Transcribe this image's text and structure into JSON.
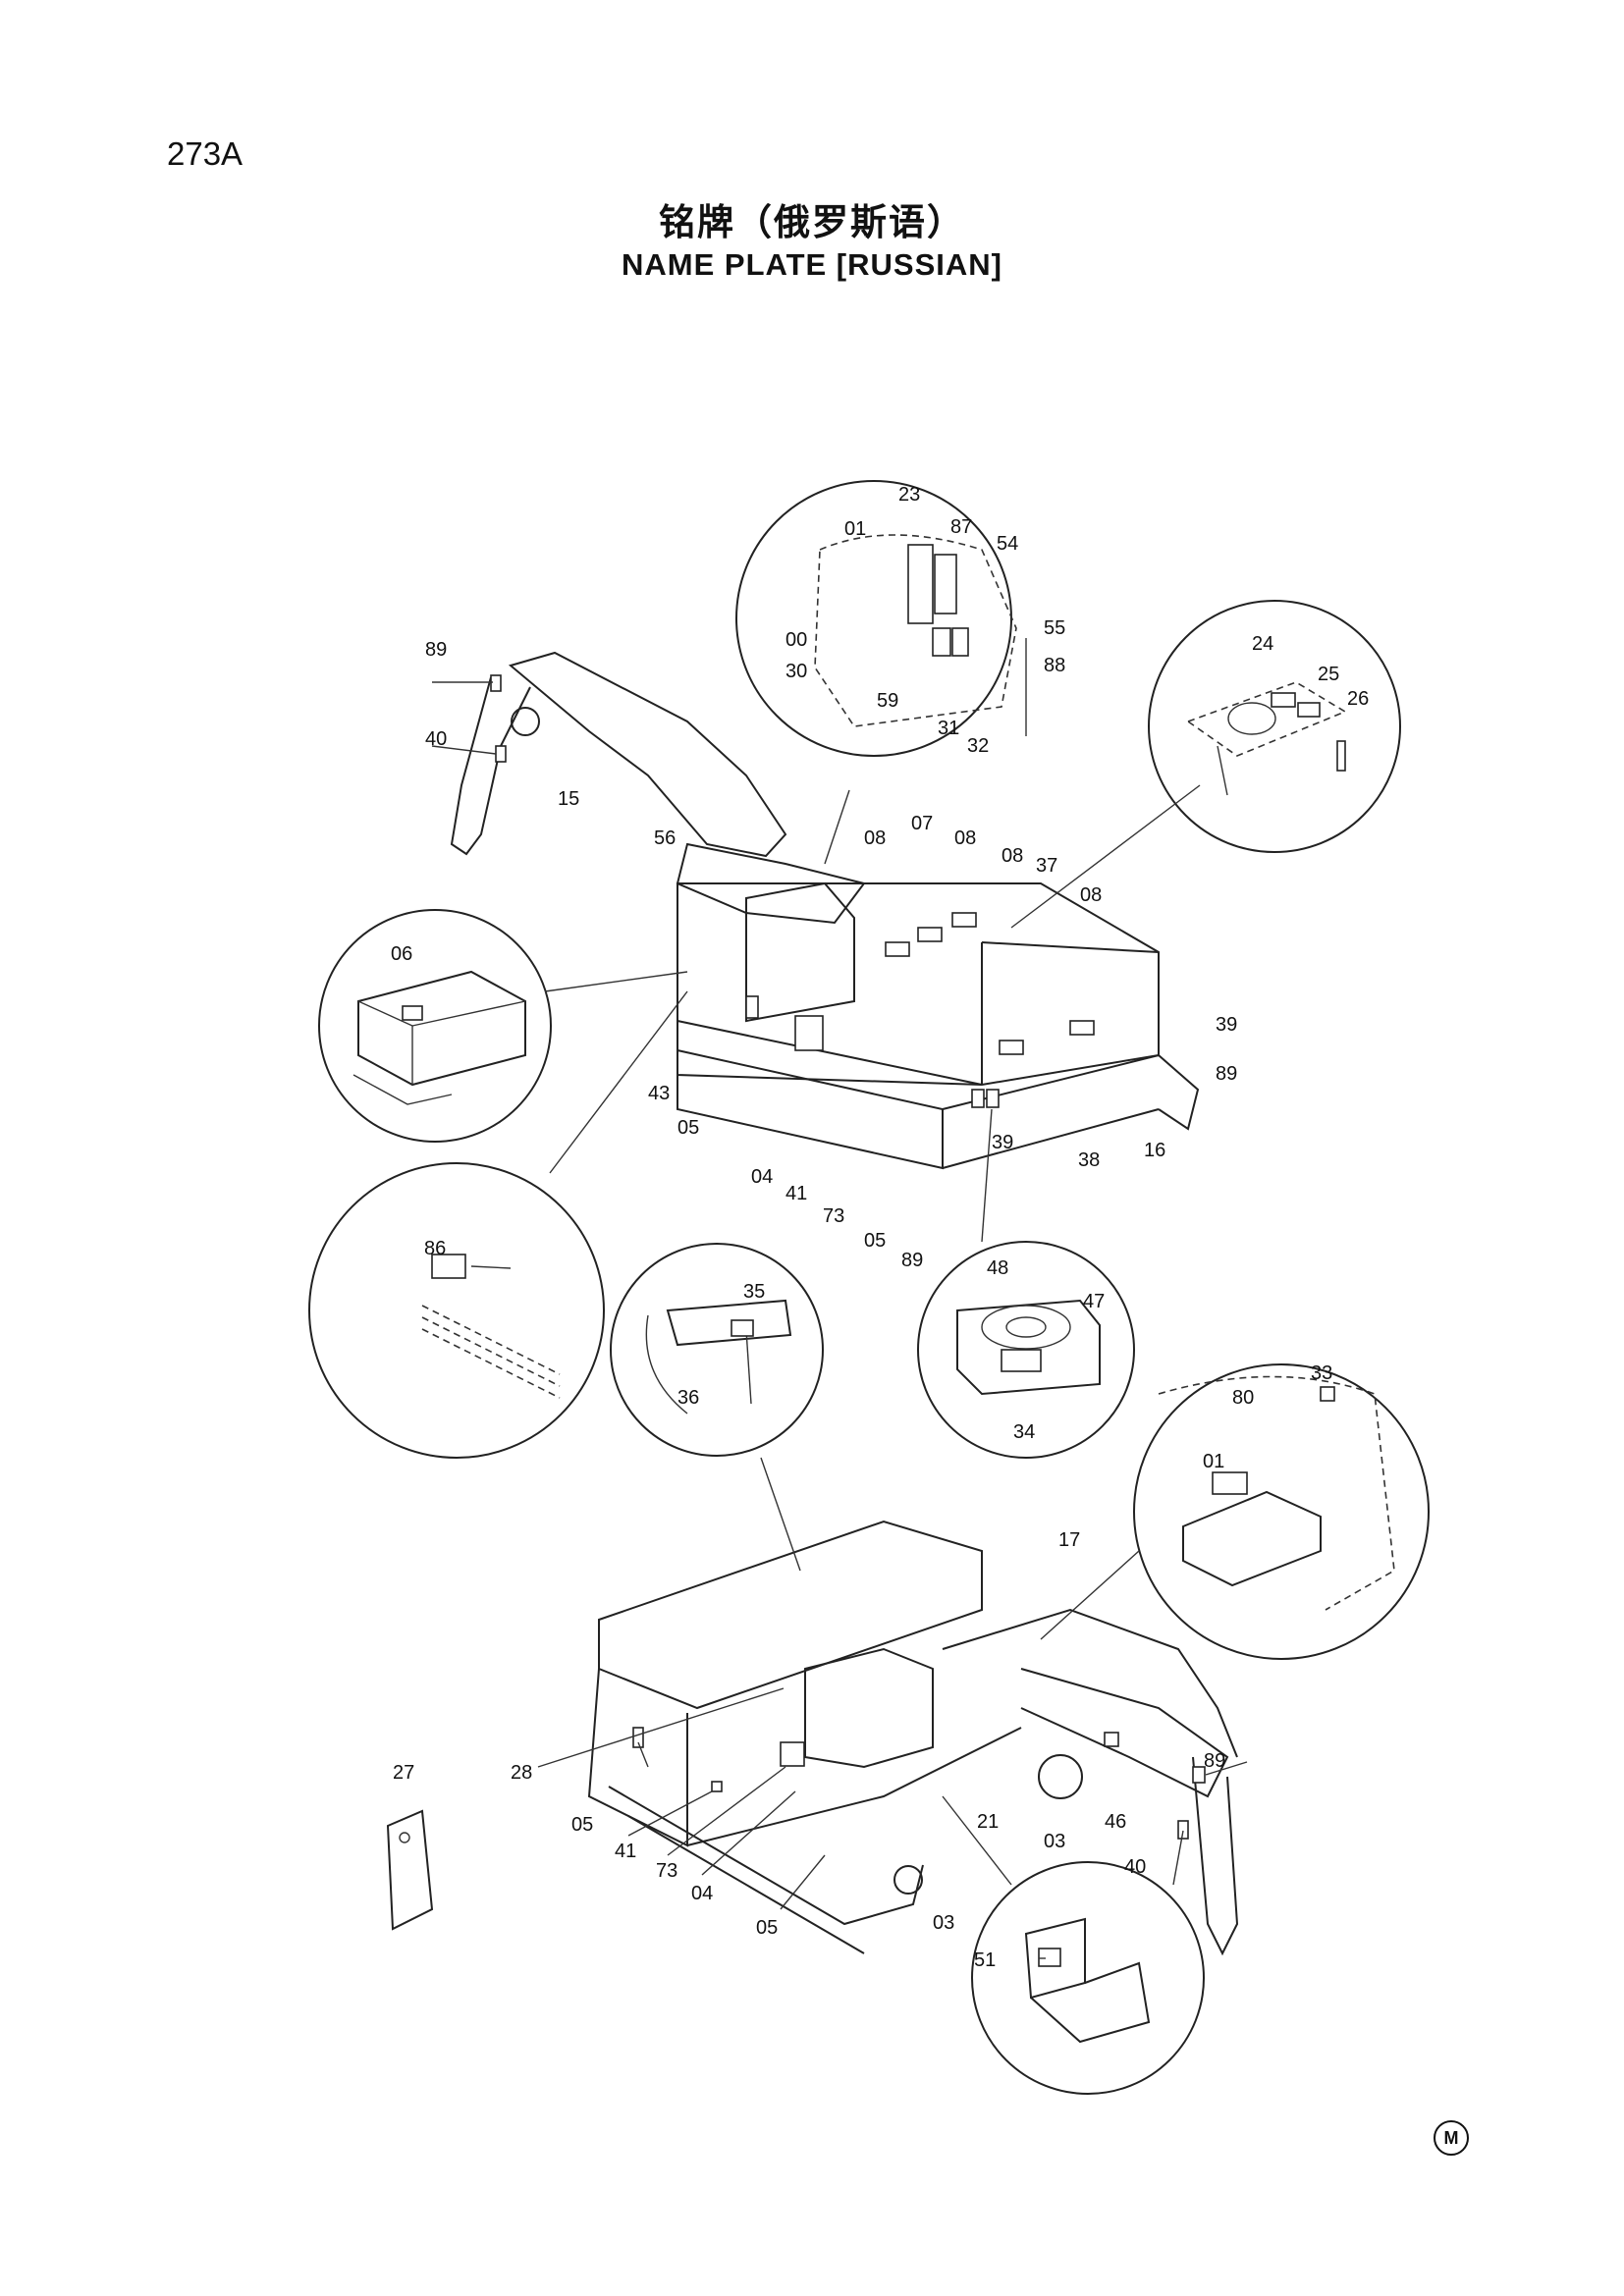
{
  "page": {
    "number": "273A"
  },
  "title": {
    "cn": "铭牌（俄罗斯语）",
    "en": "NAME PLATE [RUSSIAN]"
  },
  "callouts": {
    "c23": "23",
    "c01a": "01",
    "c87": "87",
    "c54": "54",
    "c00": "00",
    "c55": "55",
    "c30": "30",
    "c88": "88",
    "c59": "59",
    "c31": "31",
    "c32": "32",
    "c24": "24",
    "c25": "25",
    "c26": "26",
    "c89a": "89",
    "c40a": "40",
    "c15": "15",
    "c56": "56",
    "c08a": "08",
    "c07": "07",
    "c08b": "08",
    "c08c": "08",
    "c37": "37",
    "c08d": "08",
    "c06": "06",
    "c43": "43",
    "c05a": "05",
    "c04a": "04",
    "c41a": "41",
    "c73a": "73",
    "c05b": "05",
    "c89b": "89",
    "c39a": "39",
    "c38": "38",
    "c16": "16",
    "c39b": "39",
    "c89c": "89",
    "c86": "86",
    "c35": "35",
    "c36": "36",
    "c48": "48",
    "c47": "47",
    "c34": "34",
    "c80": "80",
    "c33": "33",
    "c01b": "01",
    "c17": "17",
    "c27": "27",
    "c28": "28",
    "c05c": "05",
    "c41b": "41",
    "c73b": "73",
    "c04b": "04",
    "c05d": "05",
    "c03a": "03",
    "c21": "21",
    "c03b": "03",
    "c46": "46",
    "c89d": "89",
    "c40b": "40",
    "c51": "51"
  },
  "footer": {
    "mark": "M"
  }
}
